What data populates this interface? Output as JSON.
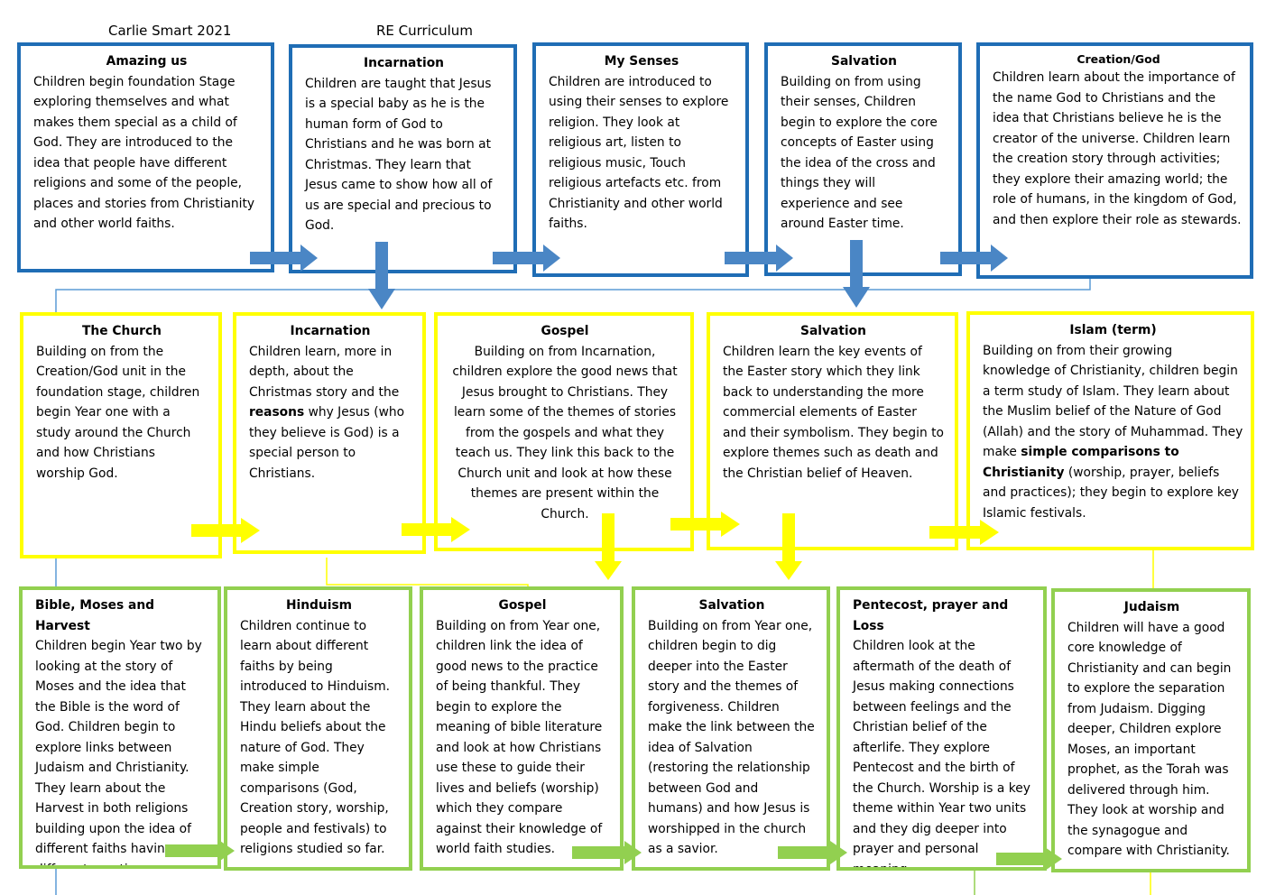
{
  "header": {
    "author": "Carlie Smart 2021",
    "curriculum": "RE Curriculum"
  },
  "colors": {
    "foundation_stage": "#1f6db5",
    "year_one": "#ffff00",
    "year_two": "#92d050",
    "arrow_blue": "#4a86c5",
    "connector_line": "#5b9bd5"
  },
  "row1": [
    {
      "title": "Amazing us",
      "body": "Children begin foundation Stage exploring themselves and what makes them special as a child of God. They are introduced to the idea that people have different religions and some of the people, places and stories from Christianity and other world faiths."
    },
    {
      "title": "Incarnation",
      "body": "Children are taught that Jesus is a special baby as he is the human form of God to Christians and he was born at Christmas.  They learn that Jesus came to show how all of us are special and precious to God."
    },
    {
      "title": "My Senses",
      "body": "Children are introduced to using their senses to explore religion. They look at religious art, listen to religious music, Touch religious artefacts etc. from Christianity and other world faiths."
    },
    {
      "title": "Salvation",
      "body": "Building on from using their senses, Children begin to explore the core concepts of Easter using the idea of the cross and things they will experience and see around Easter time."
    },
    {
      "title": "Creation/God",
      "body": "Children learn about the importance of the name God to Christians and the idea that Christians believe he is the creator of the universe. Children learn the creation story through activities; they explore their amazing world; the role of humans, in the kingdom of God, and then explore their role as stewards."
    }
  ],
  "row2": [
    {
      "title": "The Church",
      "body": "Building on from the Creation/God unit in the foundation stage, children begin Year one with a study around the Church and how Christians worship God."
    },
    {
      "title": "Incarnation",
      "body_a": "Children learn, more in depth, about the Christmas story and the ",
      "body_bold": "reasons",
      "body_b": " why Jesus (who they believe is God) is a special person to Christians."
    },
    {
      "title": "Gospel",
      "body": "Building on from Incarnation, children explore the good news that Jesus brought to Christians. They learn some of the themes of stories from the gospels and what they teach us. They link this back to the Church unit and look at how these themes are present within the Church."
    },
    {
      "title": "Salvation",
      "body": "Children learn the key events of the Easter story which they link back to understanding the more commercial elements of Easter and their symbolism. They begin to explore themes such as death and the Christian belief of Heaven."
    },
    {
      "title": "Islam (term)",
      "body_a": "Building on from their growing knowledge of Christianity, children begin a term study of Islam. They learn about the Muslim belief of the Nature of God (Allah) and the story of Muhammad. They make ",
      "body_bold": "simple comparisons to Christianity",
      "body_b": " (worship, prayer, beliefs and practices); they begin to explore key Islamic festivals."
    }
  ],
  "row3": [
    {
      "title": "Bible, Moses and Harvest",
      "body": "Children begin Year two by looking at the story of Moses and the idea that the Bible is the word of God. Children begin to explore links between Judaism and Christianity. They learn about the Harvest in both religions building upon the idea of different faiths having different practices."
    },
    {
      "title": "Hinduism",
      "body": "Children continue to learn about different faiths by being introduced to Hinduism. They learn about the Hindu beliefs about the nature of God. They make simple comparisons (God, Creation story, worship, people and festivals) to religions studied so far."
    },
    {
      "title": "Gospel",
      "body": "Building on from  Year one, children link the idea of good news to the practice of being thankful. They begin to explore the meaning of bible literature and look at how Christians use these to guide their lives and beliefs (worship) which they compare against their knowledge of world faith studies."
    },
    {
      "title": "Salvation",
      "body": "Building on from Year one, children begin to dig deeper into the Easter story and the themes of forgiveness. Children make the link between the idea of Salvation (restoring the relationship between God and humans) and how Jesus is worshipped in the church as a savior."
    },
    {
      "title": "Pentecost, prayer and Loss",
      "body": "Children look at the aftermath of the death of Jesus making connections between feelings and the Christian belief of the afterlife. They explore Pentecost and the birth of the Church. Worship is a key theme within Year two units and they dig deeper into prayer and personal meaning."
    },
    {
      "title": "Judaism",
      "body": "Children will have a good core knowledge of Christianity and can begin to explore the separation from Judaism.  Digging deeper, Children explore Moses, an important prophet, as the Torah was delivered through him. They look at worship and the synagogue and compare with Christianity."
    }
  ]
}
